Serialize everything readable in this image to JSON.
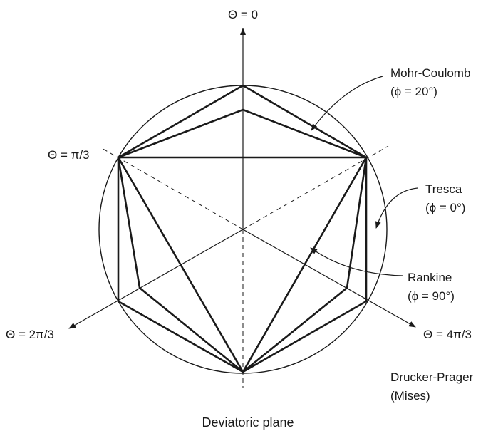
{
  "caption": "Deviatoric plane",
  "axes": {
    "theta_0": "Θ = 0",
    "theta_pi3": "Θ = π/3",
    "theta_2pi3": "Θ = 2π/3",
    "theta_4pi3": "Θ = 4π/3"
  },
  "criteria": [
    {
      "id": "mohr-coulomb",
      "name": "Mohr-Coulomb",
      "param": "(ϕ = 20°)"
    },
    {
      "id": "tresca",
      "name": "Tresca",
      "param": "(ϕ = 0°)"
    },
    {
      "id": "rankine",
      "name": "Rankine",
      "param": "(ϕ = 90°)"
    },
    {
      "id": "drucker-prager",
      "name": "Drucker-Prager",
      "param": "(Mises)"
    }
  ],
  "colors": {
    "ink": "#1a1a1a",
    "background": "#ffffff"
  }
}
